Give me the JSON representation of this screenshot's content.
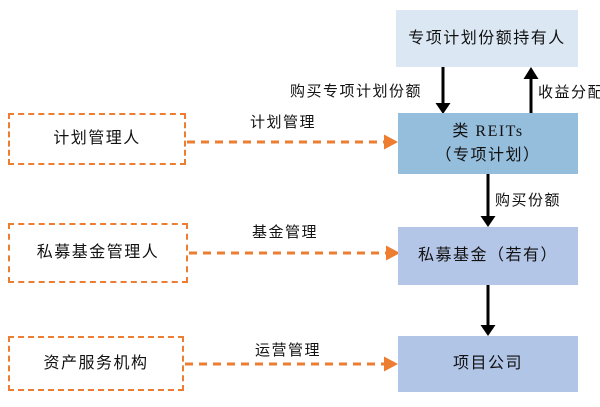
{
  "boxes": {
    "holders": "专项计划份额持有人",
    "reits_line1": "类 REITs",
    "reits_line2": "（专项计划）",
    "fund": "私募基金（若有）",
    "project": "项目公司",
    "plan_manager": "计划管理人",
    "fund_manager": "私募基金管理人",
    "asset_service": "资产服务机构"
  },
  "edge_labels": {
    "buy_plan_shares": "购买专项计划份额",
    "income_distribution": "收益分配",
    "plan_management": "计划管理",
    "buy_shares": "购买份额",
    "fund_management": "基金管理",
    "operation_management": "运营管理"
  },
  "colors": {
    "top_box_fill": "#dbe8f4",
    "reits_box_fill": "#95bddc",
    "fund_box_fill": "#b4c6e7",
    "project_box_fill": "#b1c5e7",
    "dashed_accent": "#ed7d31",
    "arrow_black": "#000000"
  }
}
